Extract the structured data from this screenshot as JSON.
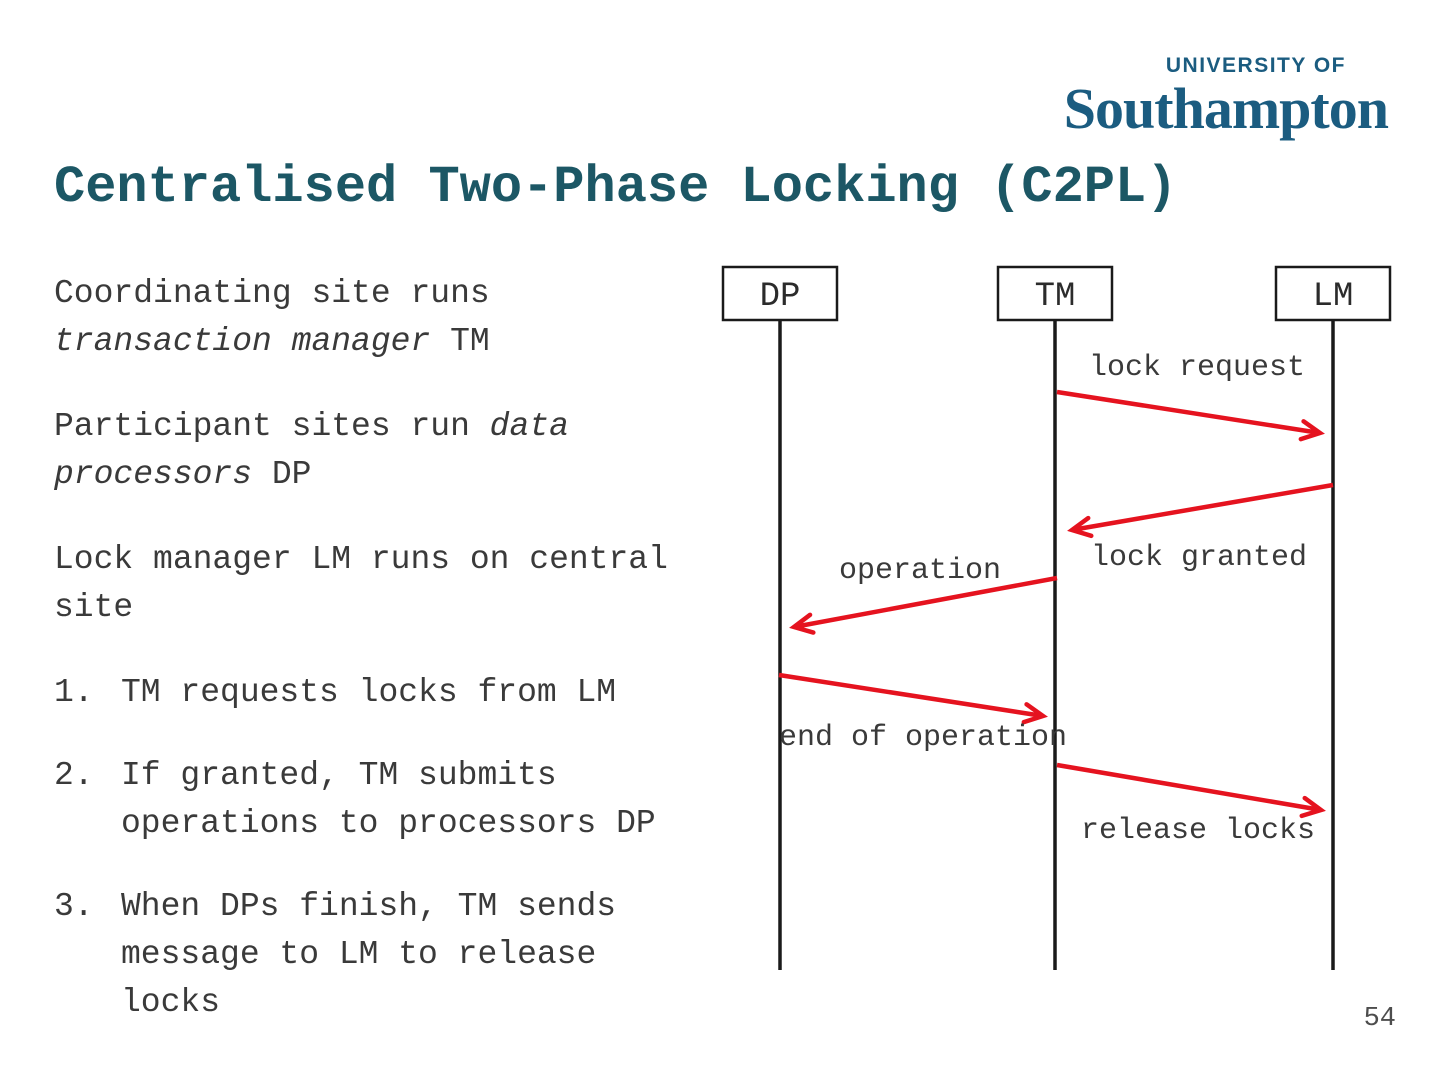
{
  "slide": {
    "logo": {
      "line1": "UNIVERSITY OF",
      "line2": "Southampton",
      "color": "#1b5c80"
    },
    "title": "Centralised Two-Phase Locking (C2PL)",
    "page_number": "54",
    "body": {
      "paragraphs": [
        {
          "lines": [
            [
              {
                "t": "Coordinating site runs",
                "i": false
              }
            ],
            [
              {
                "t": "transaction manager",
                "i": true
              },
              {
                "t": " TM",
                "i": false
              }
            ]
          ]
        },
        {
          "lines": [
            [
              {
                "t": "Participant sites run ",
                "i": false
              },
              {
                "t": "data",
                "i": true
              }
            ],
            [
              {
                "t": "processors",
                "i": true
              },
              {
                "t": " DP",
                "i": false
              }
            ]
          ]
        },
        {
          "lines": [
            [
              {
                "t": "Lock manager LM runs on central",
                "i": false
              }
            ],
            [
              {
                "t": "site",
                "i": false
              }
            ]
          ]
        }
      ],
      "list": [
        {
          "num": "1.",
          "lines": [
            "TM requests locks from LM"
          ]
        },
        {
          "num": "2.",
          "lines": [
            "If granted, TM submits",
            "operations to processors DP"
          ]
        },
        {
          "num": "3.",
          "lines": [
            "When DPs finish, TM sends",
            "message to LM to release",
            "locks"
          ]
        }
      ]
    },
    "diagram": {
      "actors": [
        {
          "label": "DP"
        },
        {
          "label": "TM"
        },
        {
          "label": "LM"
        }
      ],
      "messages": [
        {
          "label": "lock request",
          "from": "TM",
          "to": "LM"
        },
        {
          "label": "lock granted",
          "from": "LM",
          "to": "TM"
        },
        {
          "label": "operation",
          "from": "TM",
          "to": "DP"
        },
        {
          "label": "end of operation",
          "from": "DP",
          "to": "TM"
        },
        {
          "label": "release locks",
          "from": "TM",
          "to": "LM"
        }
      ]
    },
    "colors": {
      "title": "#1c5765",
      "body_text": "#3a3a3a",
      "logo": "#1b5c80",
      "arrow": "#e5131f",
      "line": "#1a1a1a"
    }
  }
}
